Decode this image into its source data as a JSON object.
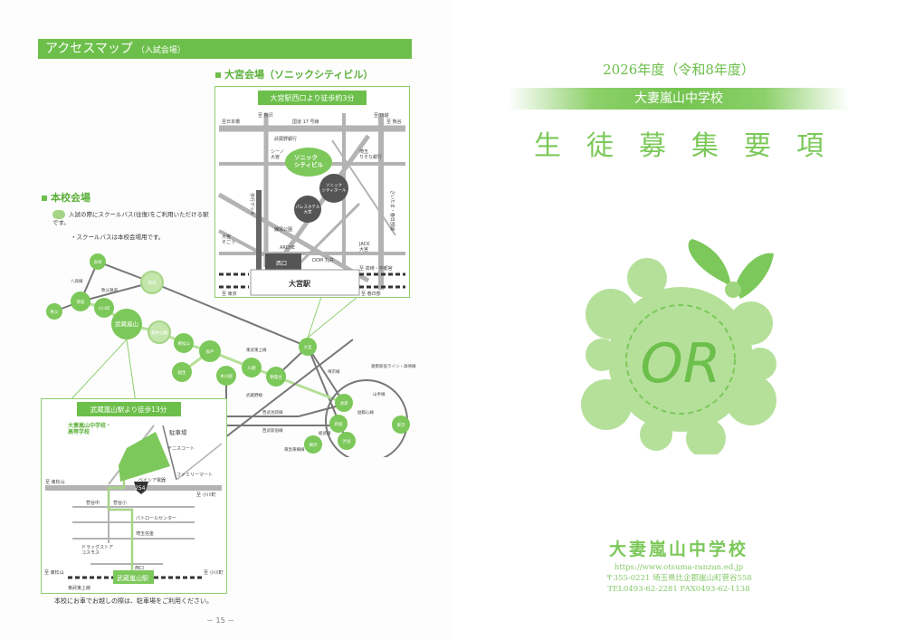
{
  "left": {
    "header": {
      "title": "アクセスマップ",
      "subtitle": "（入試会場）"
    },
    "omiya": {
      "section_title": "大宮会場（ソニックシティビル）",
      "walk_label": "大宮駅西口より徒歩約3分",
      "labels": {
        "to_nihonbashi": "至日本橋",
        "to_tokorozawa": "至 所沢",
        "route17": "国道 17 号線",
        "to_kawagoe": "至 川越",
        "to_kumagaya": "至 熊谷",
        "musashino_bank": "武蔵野銀行",
        "sheno": "シーノ\n大宮",
        "saitama_resona": "埼玉\nりそな銀行",
        "saitama_kasukabe": "さいたま・春日部線",
        "sonic_city": "ソニック\nシティビル",
        "sonic_hall": "ソニック\nシティホール",
        "palace_hotel": "パレスホテル\n大宮",
        "kamachou": "鐘塚公園",
        "omiya_sogo": "大宮\nそごう",
        "arche": "ARCHE",
        "dom": "DOM 丸井",
        "jack": "JACK\n大宮",
        "west_exit": "西口",
        "omiya_station": "大宮駅",
        "to_takasaki": "至 高崎・宇都宮",
        "to_tokyo": "至 東京",
        "to_kasukabe": "至 春日部",
        "minami_ginza": "歩行デッキ"
      }
    },
    "honkou": {
      "section_title": "本校会場",
      "bus_note": "入試の際にスクールバス(往復)をご利用いただける駅です。",
      "bus_note2": "・スクールバスは本校会場用です。"
    },
    "network": {
      "stations": [
        "高崎",
        "熊谷",
        "寄居",
        "秩父",
        "小川町",
        "武蔵嵐山",
        "森林公園",
        "東松山",
        "坂戸",
        "越生",
        "本川越",
        "川越",
        "朝霞台",
        "大宮",
        "池袋",
        "新宿",
        "渋谷",
        "横浜",
        "東京"
      ],
      "lines": [
        "八高線",
        "秩父鉄道",
        "東武東上線",
        "湘南新宿ライン・高崎線",
        "埼京線",
        "武蔵野線",
        "山手線",
        "西武池袋線",
        "副都心線",
        "西武新宿線",
        "総武線",
        "東急東横線"
      ]
    },
    "ranzan": {
      "walk_label": "武蔵嵐山駅より徒歩13分",
      "labels": {
        "school": "大妻嵐山中学校・\n高等学校",
        "parking": "駐車場",
        "tennis": "テニスコート",
        "beisia": "ベイシア電器",
        "familymart": "ファミリーマート",
        "to_higashimatsuyama": "至 東松山",
        "to_ogawamachi": "至 小川町",
        "route254": "254",
        "sugaya_jhs": "菅谷中",
        "sugaya_es": "菅谷小",
        "patrol": "パトロールセンター",
        "saitama_shinkin": "埼玉信金",
        "drugstore": "ドラッグストア\nコスモス",
        "west_exit": "西口",
        "station": "武蔵嵐山駅",
        "tobu_tojo": "東武東上線"
      },
      "footer_note": "本校にお車でお越しの際は、駐車場をご利用ください。"
    },
    "page_number": "－ 15 －"
  },
  "right": {
    "year": "2026年度（令和8年度）",
    "band_school": "大妻嵐山中学校",
    "title_chars": [
      "生",
      "徒",
      "募",
      "集",
      "要",
      "項"
    ],
    "emblem_letters": "OR",
    "school_name": "大妻嵐山中学校",
    "url": "https://www.otsuma-ranzan.ed.jp",
    "address": "〒355-0221 埼玉県比企郡嵐山町菅谷558",
    "tel_fax": "TEL0493-62-2281 FAX0493-62-1138"
  },
  "colors": {
    "green": "#6cbf4a",
    "light_green": "#a6d486",
    "pale_green": "#c4e6ad",
    "road_gray": "#b3b3b3",
    "dark_gray": "#555555"
  }
}
